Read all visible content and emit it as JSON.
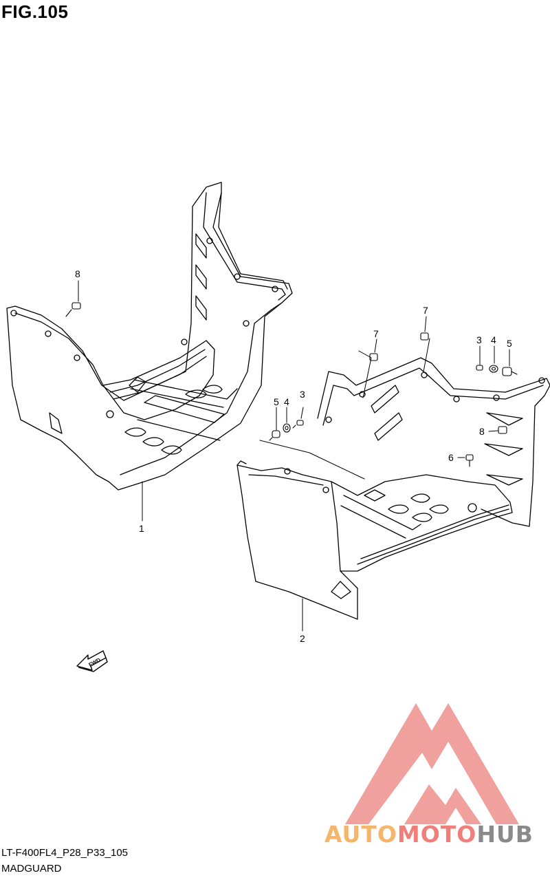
{
  "figure": {
    "title": "FIG.105",
    "model_code": "LT-F400FL4_P28_P33_105",
    "section_name": "MADGUARD"
  },
  "callouts": [
    "1",
    "2",
    "3",
    "3",
    "4",
    "4",
    "5",
    "5",
    "6",
    "7",
    "7",
    "8",
    "8"
  ],
  "fwd_arrow_label": "FWD",
  "watermark": {
    "part1": "AUTO",
    "part2": "MOTO",
    "part3": "HUB",
    "colors": {
      "auto": "#f5b56a",
      "moto": "#ef7f7b",
      "hub": "#8a8a8a",
      "triangle": "#f19c98"
    }
  }
}
